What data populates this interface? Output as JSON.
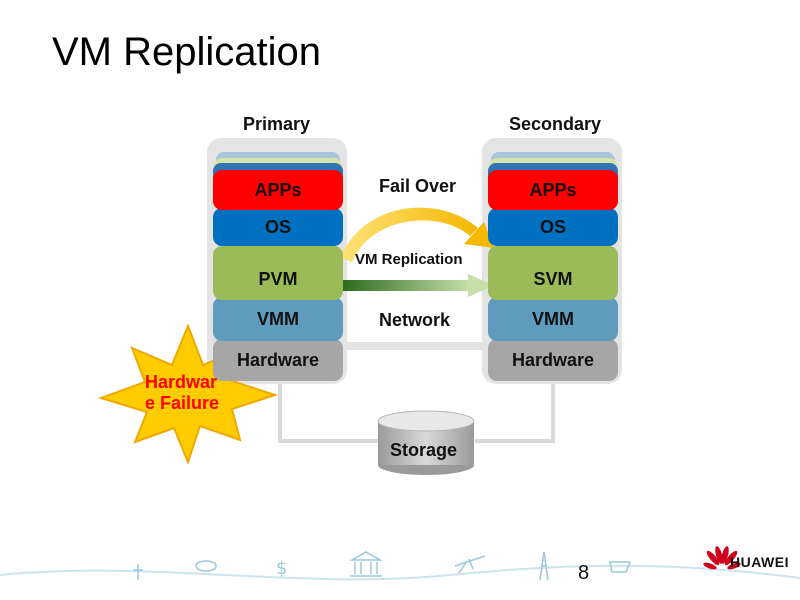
{
  "slide": {
    "title": "VM Replication",
    "page_number": "8"
  },
  "primary": {
    "label": "Primary",
    "layers": {
      "apps": "APPs",
      "os": "OS",
      "vm": "PVM",
      "vmm": "VMM",
      "hardware": "Hardware"
    }
  },
  "secondary": {
    "label": "Secondary",
    "layers": {
      "apps": "APPs",
      "os": "OS",
      "vm": "SVM",
      "vmm": "VMM",
      "hardware": "Hardware"
    }
  },
  "labels": {
    "fail_over": "Fail Over",
    "vm_replication": "VM Replication",
    "network": "Network",
    "storage": "Storage",
    "hardware_failure_line1": "Hardwar",
    "hardware_failure_line2": "e Failure"
  },
  "logo": {
    "text": "HUAWEI"
  },
  "colors": {
    "apps": "#ff0000",
    "os": "#0066cc",
    "vm": "#9bbb59",
    "vmm": "#5f9bbd",
    "hardware": "#a6a6a6",
    "starburst": "#ffcc00",
    "failure_text": "#ff0000",
    "fail_over_arrow": "#f5b800",
    "replication_arrow": "#4f8a2c"
  }
}
